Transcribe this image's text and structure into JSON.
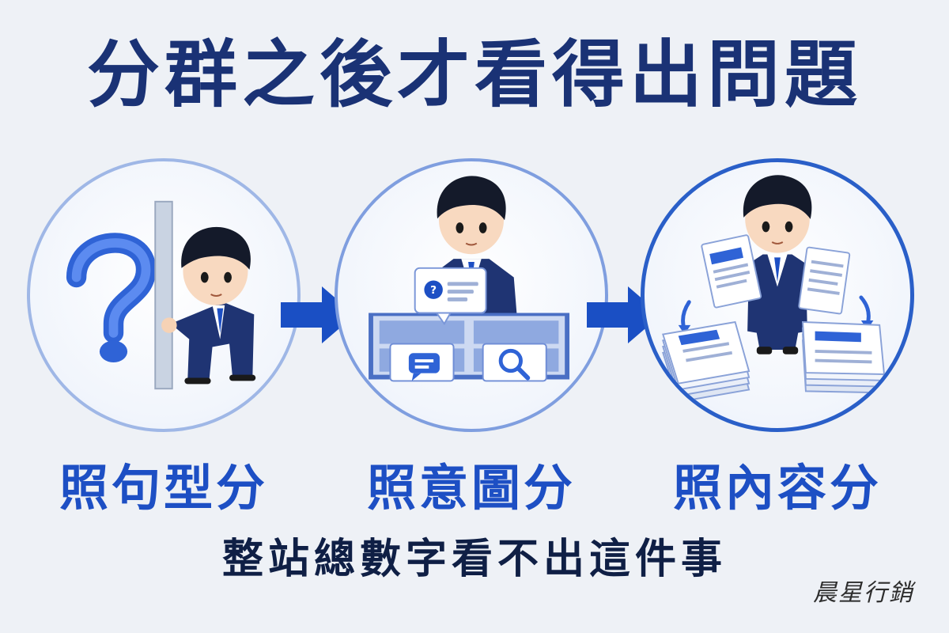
{
  "title": "分群之後才看得出問題",
  "steps": [
    {
      "label": "照句型分",
      "icon": "question-mark-icon"
    },
    {
      "label": "照意圖分",
      "icon": "sorting-tray-icon"
    },
    {
      "label": "照內容分",
      "icon": "document-stacks-icon"
    }
  ],
  "subtitle": "整站總數字看不出這件事",
  "brand": "晨星行銷",
  "colors": {
    "title": "#1a3275",
    "accent": "#1d4fc4",
    "arrow": "#1a4fc4",
    "background": "#eef1f6"
  }
}
